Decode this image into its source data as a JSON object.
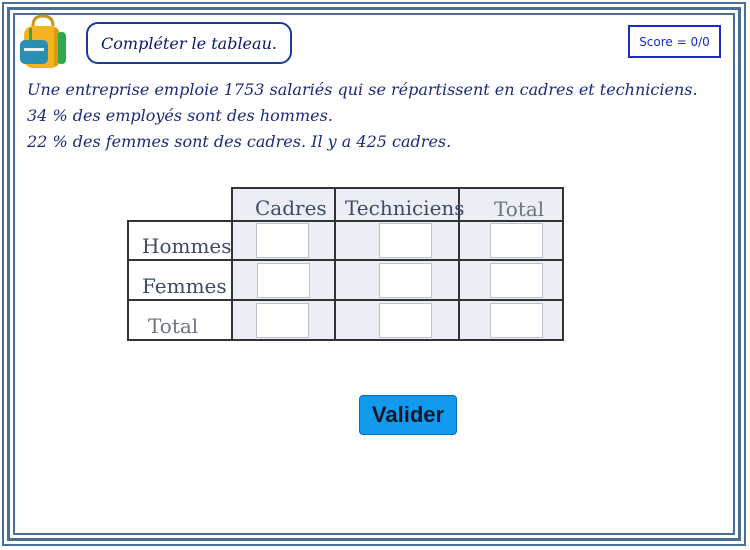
{
  "exercise": {
    "title": "Compléter le tableau.",
    "score": "Score = 0/0",
    "statement": [
      "Une entreprise emploie 1753 salariés qui se répartissent en cadres et techniciens.",
      "34 % des employés sont des hommes.",
      "22 % des femmes sont des cadres.   Il y a 425 cadres."
    ]
  },
  "table": {
    "columns": [
      "Cadres",
      "Techniciens",
      "Total"
    ],
    "rows": [
      "Hommes",
      "Femmes",
      "Total"
    ],
    "values": [
      [
        "",
        "",
        ""
      ],
      [
        "",
        "",
        ""
      ],
      [
        "",
        "",
        ""
      ]
    ]
  },
  "actions": {
    "submit_label": "Valider"
  },
  "colors": {
    "frame": "#4a6f96",
    "accent": "#1199ee",
    "score_border": "#1a2ac8",
    "title_border": "#1a3a9c"
  },
  "icons": {
    "logo": "backpack-icon"
  }
}
